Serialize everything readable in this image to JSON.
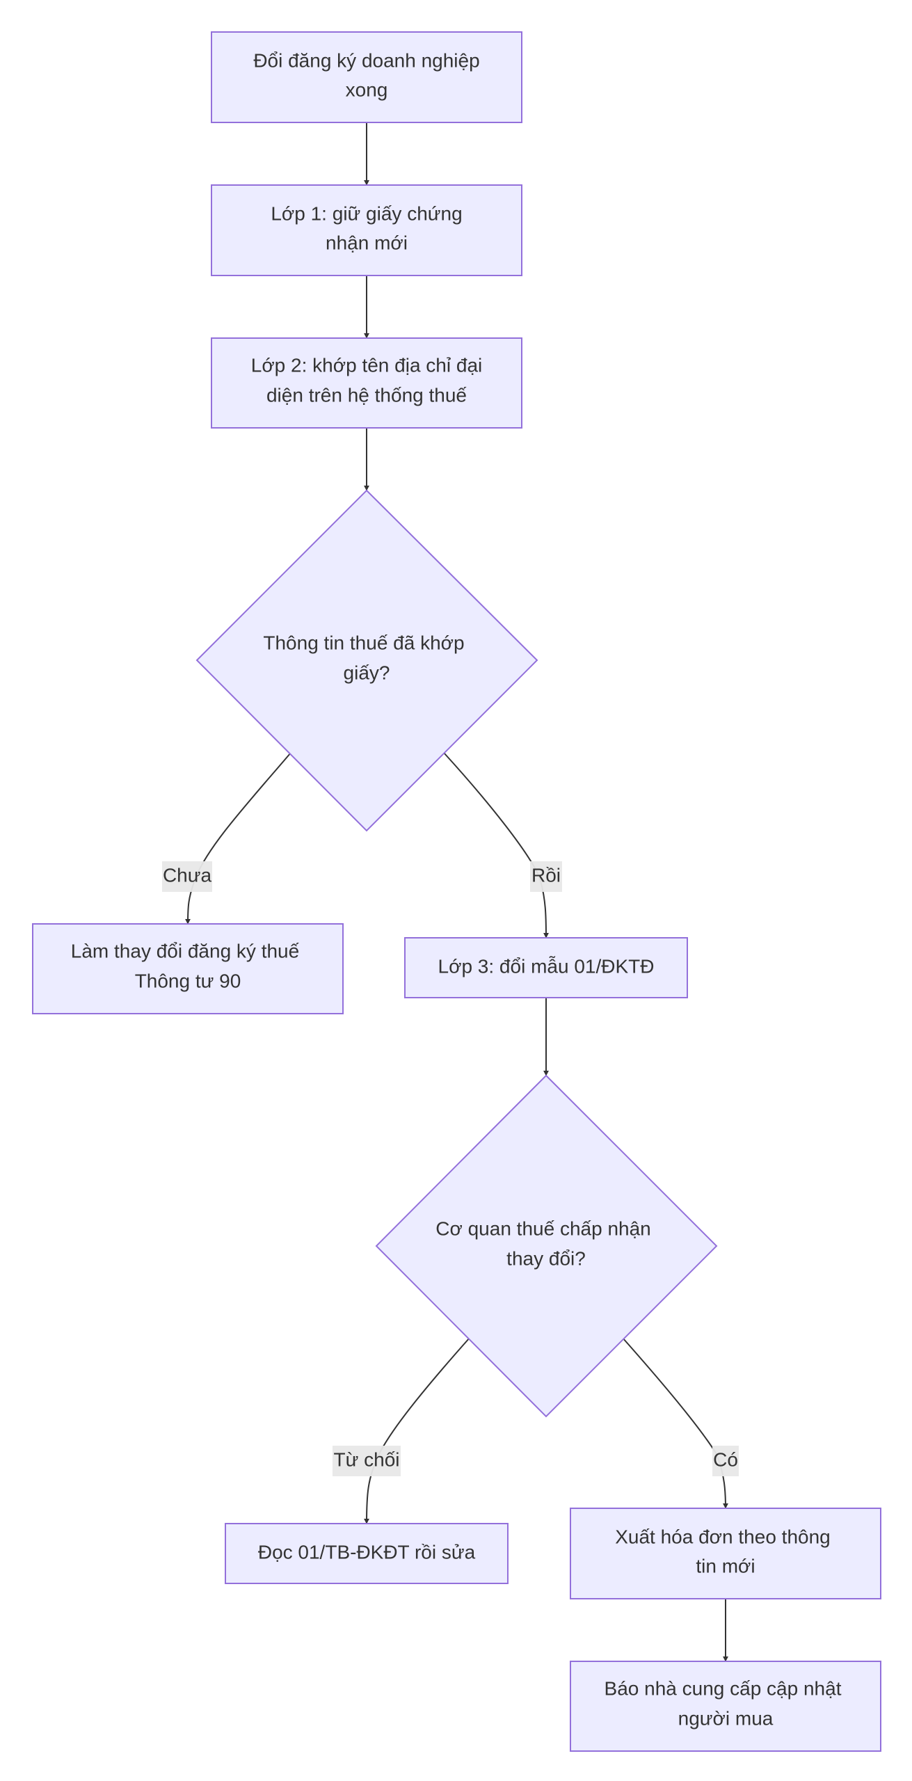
{
  "diagram": {
    "type": "flowchart",
    "colors": {
      "node_fill": "#ececff",
      "node_stroke": "#9370db",
      "edge": "#333333",
      "text": "#333333",
      "label_bg": "#e8e8e8",
      "background": "#ffffff"
    },
    "nodes": {
      "start": {
        "shape": "rect",
        "lines": [
          "Đổi đăng ký doanh nghiệp",
          "xong"
        ]
      },
      "layer1": {
        "shape": "rect",
        "lines": [
          "Lớp 1: giữ giấy chứng",
          "nhận mới"
        ]
      },
      "layer2": {
        "shape": "rect",
        "lines": [
          "Lớp 2: khớp tên địa chỉ đại",
          "diện trên hệ thống thuế"
        ]
      },
      "decision1": {
        "shape": "diamond",
        "lines": [
          "Thông tin thuế đã khớp",
          "giấy?"
        ]
      },
      "change_reg": {
        "shape": "rect",
        "lines": [
          "Làm thay đổi đăng ký thuế",
          "Thông tư 90"
        ]
      },
      "layer3": {
        "shape": "rect",
        "lines": [
          "Lớp 3: đổi mẫu 01/ĐKTĐ"
        ]
      },
      "decision2": {
        "shape": "diamond",
        "lines": [
          "Cơ quan thuế chấp nhận",
          "thay đổi?"
        ]
      },
      "read_notice": {
        "shape": "rect",
        "lines": [
          "Đọc 01/TB-ĐKĐT rồi sửa"
        ]
      },
      "issue_invoice": {
        "shape": "rect",
        "lines": [
          "Xuất hóa đơn theo thông",
          "tin mới"
        ]
      },
      "notify_supplier": {
        "shape": "rect",
        "lines": [
          "Báo nhà cung cấp cập nhật",
          "người mua"
        ]
      }
    },
    "edges": {
      "e1": {
        "from": "start",
        "to": "layer1",
        "label": ""
      },
      "e2": {
        "from": "layer1",
        "to": "layer2",
        "label": ""
      },
      "e3": {
        "from": "layer2",
        "to": "decision1",
        "label": ""
      },
      "e4": {
        "from": "decision1",
        "to": "change_reg",
        "label": "Chưa"
      },
      "e5": {
        "from": "decision1",
        "to": "layer3",
        "label": "Rồi"
      },
      "e6": {
        "from": "layer3",
        "to": "decision2",
        "label": ""
      },
      "e7": {
        "from": "decision2",
        "to": "read_notice",
        "label": "Từ chối"
      },
      "e8": {
        "from": "decision2",
        "to": "issue_invoice",
        "label": "Có"
      },
      "e9": {
        "from": "issue_invoice",
        "to": "notify_supplier",
        "label": ""
      }
    }
  }
}
